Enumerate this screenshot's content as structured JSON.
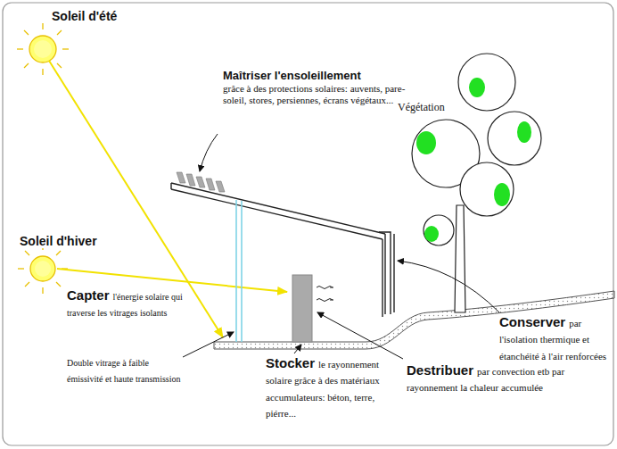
{
  "diagram": {
    "labels": [
      "Soleil d'été",
      "Maîtriser l'ensoleillement",
      "grâce à des protections solaires: auvents, pare-soleil, stores, persiennes, écrans végétaux...",
      "Végétation",
      "Soleil d'hiver",
      "Capter",
      "l'énergie solaire qui traverse les vitrages isolants",
      "Double vitrage à faible émissivité et haute transmission",
      "Stocker",
      "le rayonnement solaire grâce à des matériaux accumulateurs: béton, terre, piérre...",
      "Destribuer",
      "par convection etb par rayonnement la chaleur accumulée",
      "Conserver",
      "par l'isolation thermique et étanchéité à l'air renforcées"
    ]
  }
}
